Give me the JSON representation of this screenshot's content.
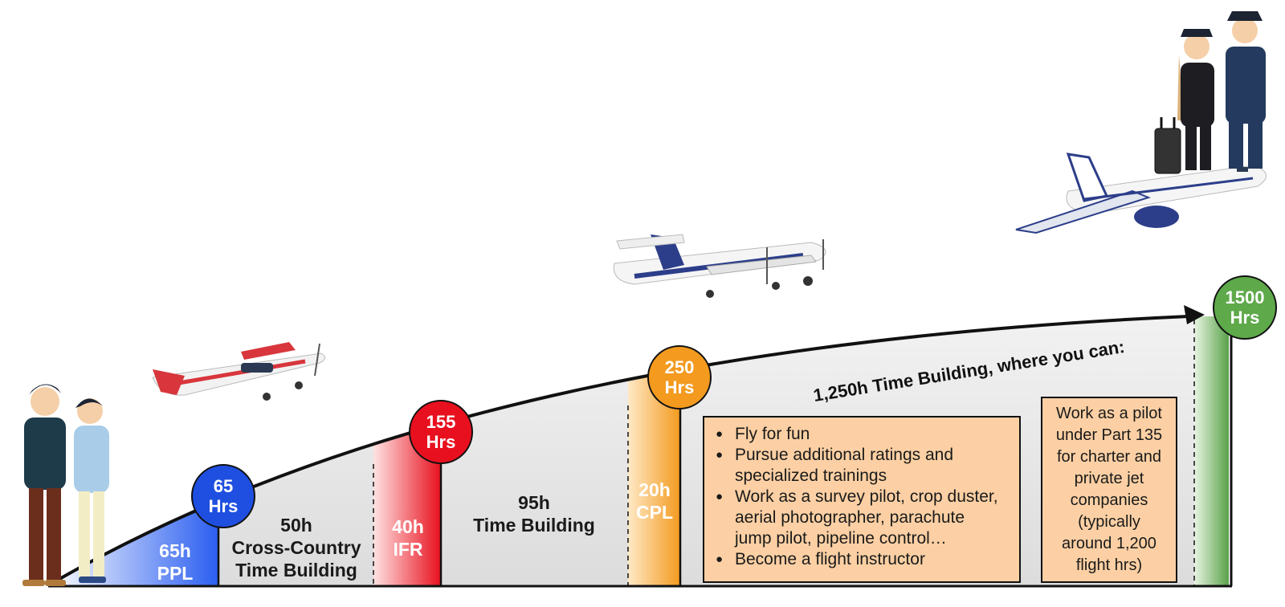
{
  "segments": [
    {
      "hours": "65h",
      "label": "PPL"
    },
    {
      "hours": "50h",
      "label_line1": "Cross-Country",
      "label_line2": "Time Building"
    },
    {
      "hours": "40h",
      "label": "IFR"
    },
    {
      "hours": "95h",
      "label": "Time Building"
    },
    {
      "hours": "20h",
      "label": "CPL"
    }
  ],
  "milestones": [
    {
      "value": "65",
      "unit": "Hrs",
      "color": "#1f4fe0"
    },
    {
      "value": "155",
      "unit": "Hrs",
      "color": "#e8101e"
    },
    {
      "value": "250",
      "unit": "Hrs",
      "color": "#f39a1f"
    },
    {
      "value": "1500",
      "unit": "Hrs",
      "color": "#5ea94a"
    }
  ],
  "time_building_caption": "1,250h Time Building, where you can:",
  "options_box": {
    "items": [
      {
        "line1": "Fly for fun"
      },
      {
        "line1": "Pursue additional ratings and",
        "line2": "specialized trainings"
      },
      {
        "line1": "Work as  a survey pilot, crop duster,",
        "line2": "aerial photographer, parachute",
        "line3": "jump pilot, pipeline control…"
      },
      {
        "line1": "Become a flight instructor"
      }
    ]
  },
  "part135_box": {
    "lines": [
      "Work as a pilot",
      "under Part 135",
      "for charter and",
      "private jet",
      "companies",
      "(typically",
      "around 1,200",
      "flight hrs)"
    ]
  },
  "colors": {
    "ppl_blue": "#2a5ef0",
    "ifr_red": "#e8101e",
    "cpl_orange": "#f39a1f",
    "atp_green": "#4f9c3e",
    "option_box_fill": "#fcd0a4"
  }
}
